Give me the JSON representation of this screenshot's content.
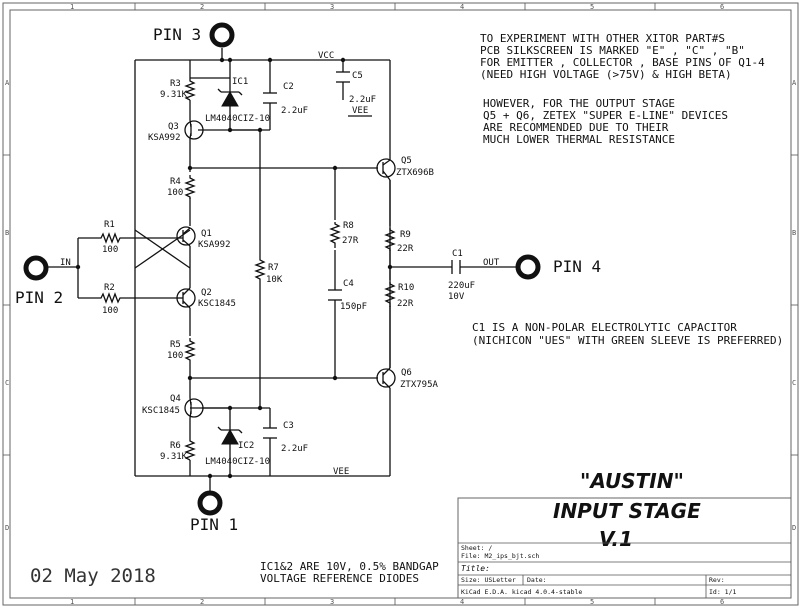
{
  "pins": {
    "pin1": "PIN 1",
    "pin2": "PIN 2",
    "pin3": "PIN 3",
    "pin4": "PIN 4"
  },
  "nets": {
    "vcc": "VCC",
    "vee": "VEE",
    "in": "IN",
    "out": "OUT",
    "vee_c5": "VEE"
  },
  "components": {
    "r1": {
      "ref": "R1",
      "value": "100"
    },
    "r2": {
      "ref": "R2",
      "value": "100"
    },
    "r3": {
      "ref": "R3",
      "value": "9.31K"
    },
    "r4": {
      "ref": "R4",
      "value": "100"
    },
    "r5": {
      "ref": "R5",
      "value": "100"
    },
    "r6": {
      "ref": "R6",
      "value": "9.31K"
    },
    "r7": {
      "ref": "R7",
      "value": "10K"
    },
    "r8": {
      "ref": "R8",
      "value": "27R"
    },
    "r9": {
      "ref": "R9",
      "value": "22R"
    },
    "r10": {
      "ref": "R10",
      "value": "22R"
    },
    "c1": {
      "ref": "C1",
      "value": "220uF",
      "value2": "10V"
    },
    "c2": {
      "ref": "C2",
      "value": "2.2uF"
    },
    "c3": {
      "ref": "C3",
      "value": "2.2uF"
    },
    "c4": {
      "ref": "C4",
      "value": "150pF"
    },
    "c5": {
      "ref": "C5",
      "value": "2.2uF"
    },
    "ic1": {
      "ref": "IC1",
      "value": "LM4040CIZ-10"
    },
    "ic2": {
      "ref": "IC2",
      "value": "LM4040CIZ-10"
    },
    "q1": {
      "ref": "Q1",
      "value": "KSA992"
    },
    "q2": {
      "ref": "Q2",
      "value": "KSC1845"
    },
    "q3": {
      "ref": "Q3",
      "value": "KSA992"
    },
    "q4": {
      "ref": "Q4",
      "value": "KSC1845"
    },
    "q5": {
      "ref": "Q5",
      "value": "ZTX696B"
    },
    "q6": {
      "ref": "Q6",
      "value": "ZTX795A"
    }
  },
  "notes": {
    "experiment": [
      "TO EXPERIMENT WITH OTHER XITOR PART#S",
      "PCB SILKSCREEN IS MARKED \"E\" , \"C\" , \"B\"",
      "FOR EMITTER , COLLECTOR , BASE  PINS OF Q1-4",
      "(NEED HIGH VOLTAGE (>75V) & HIGH BETA)"
    ],
    "output_stage": [
      "HOWEVER, FOR THE OUTPUT STAGE",
      "Q5 + Q6, ZETEX \"SUPER E-LINE\" DEVICES",
      "ARE RECOMMENDED DUE TO THEIR",
      "MUCH LOWER THERMAL RESISTANCE"
    ],
    "c1_note": [
      "C1 IS A NON-POLAR ELECTROLYTIC CAPACITOR",
      "(NICHICON \"UES\" WITH GREEN SLEEVE IS PREFERRED)"
    ],
    "ic_note": [
      "IC1&2 ARE 10V, 0.5% BANDGAP",
      "VOLTAGE REFERENCE DIODES"
    ]
  },
  "big_title": [
    "\"AUSTIN\"",
    "INPUT STAGE",
    "V.1"
  ],
  "date": "02 May 2018",
  "title_block": {
    "sheet": "Sheet: /",
    "file": "File: M2_ips_bjt.sch",
    "title": "Title:",
    "size": "Size: USLetter",
    "date_label": "Date:",
    "rev": "Rev:",
    "tool": "KiCad E.D.A.  kicad 4.0.4-stable",
    "id": "Id: 1/1"
  },
  "ruler": {
    "cols": [
      "1",
      "2",
      "3",
      "4",
      "5",
      "6"
    ],
    "rows": [
      "A",
      "B",
      "C",
      "D"
    ]
  }
}
